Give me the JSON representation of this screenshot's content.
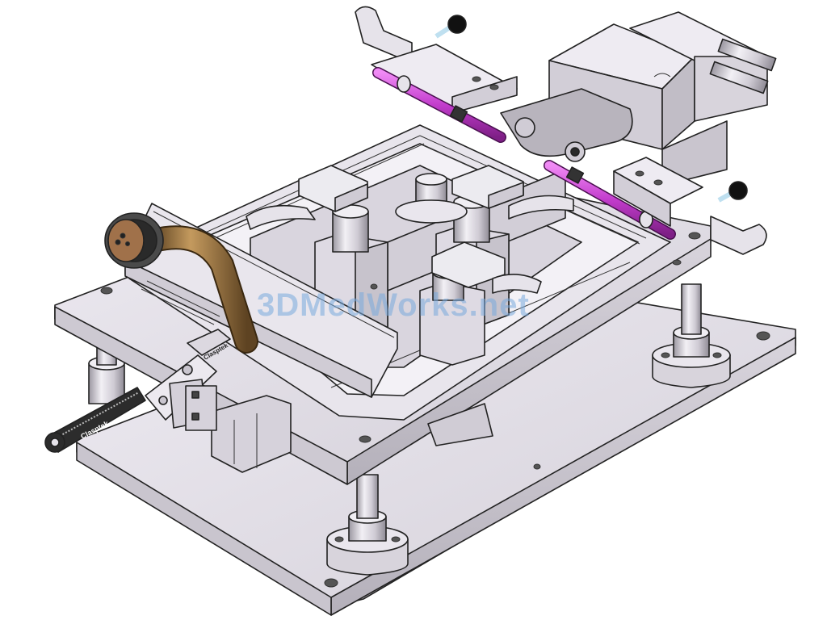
{
  "watermark": {
    "text": "3DMedWorks.net"
  },
  "labels": {
    "clamp_handle_brand": "Clasptek",
    "clamp_body_brand": "Clasptek"
  },
  "colors": {
    "metal_light": "#e6e3ea",
    "metal_mid": "#cfcbd4",
    "metal_dark": "#aaa6b0",
    "accent_magenta": "#d04ad8",
    "bronze": "#8a6a3c",
    "knob_black": "#111111",
    "watermark": "#7aaadc"
  }
}
